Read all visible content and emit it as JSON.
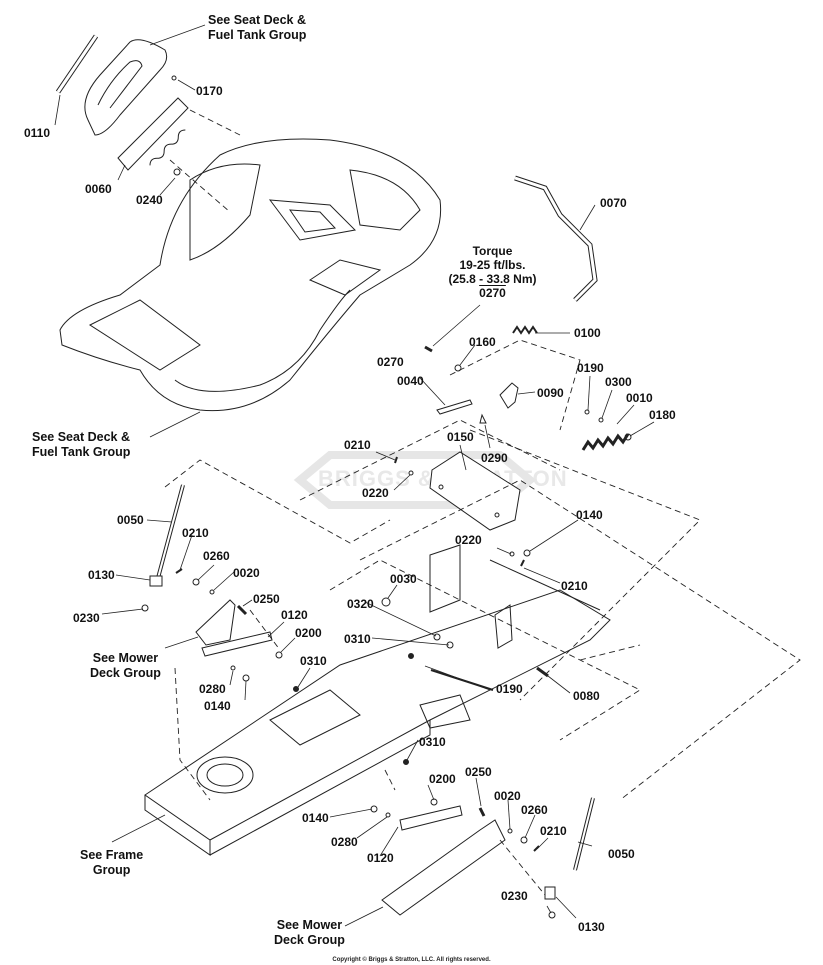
{
  "diagram": {
    "title": "Parts Diagram - Seat Deck, Lift & Mower Deck Linkage",
    "watermark": "BRIGGS & STRATTON",
    "copyright": "Copyright © Briggs & Stratton, LLC. All rights reserved.",
    "torque_note": {
      "line1": "Torque",
      "line2": "19-25 ft/lbs.",
      "line3": "(25.8 - 33.8 Nm)",
      "part": "0270"
    },
    "group_references": [
      {
        "id": "seat-deck-top",
        "line1": "See Seat Deck &",
        "line2": "Fuel Tank Group"
      },
      {
        "id": "seat-deck-bottom",
        "line1": "See Seat Deck &",
        "line2": "Fuel Tank Group"
      },
      {
        "id": "mower-deck-left",
        "line1": "See Mower",
        "line2": "Deck Group"
      },
      {
        "id": "frame",
        "line1": "See Frame",
        "line2": "Group"
      },
      {
        "id": "mower-deck-bottom",
        "line1": "See Mower",
        "line2": "Deck Group"
      }
    ],
    "callouts": [
      "0110",
      "0170",
      "0060",
      "0240",
      "0070",
      "0270",
      "0100",
      "0160",
      "0040",
      "0090",
      "0290",
      "0190",
      "0300",
      "0010",
      "0180",
      "0210",
      "0150",
      "0220",
      "0050",
      "0210",
      "0260",
      "0130",
      "0020",
      "0230",
      "0250",
      "0120",
      "0200",
      "0280",
      "0140",
      "0310",
      "0140",
      "0220",
      "0210",
      "0030",
      "0320",
      "0310",
      "0190",
      "0080",
      "0310",
      "0200",
      "0250",
      "0020",
      "0140",
      "0260",
      "0280",
      "0210",
      "0120",
      "0050",
      "0230",
      "0130"
    ]
  }
}
